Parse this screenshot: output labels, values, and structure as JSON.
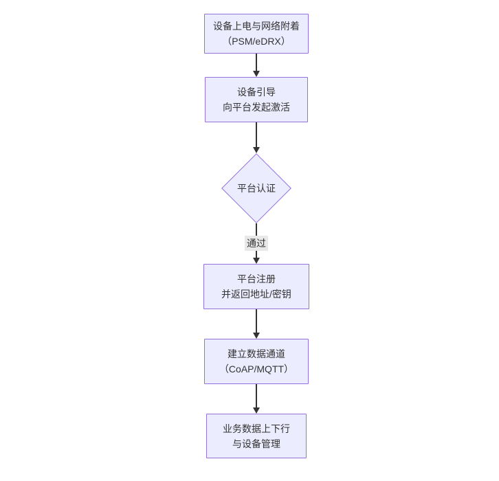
{
  "diagram": {
    "type": "flowchart",
    "direction": "top-down",
    "colors": {
      "node_fill": "#ECECFF",
      "node_border": "#9370DB",
      "text": "#333333",
      "arrow": "#333333",
      "edge_label_bg": "#e8e8e8",
      "background": "#ffffff"
    },
    "nodes": [
      {
        "id": "power-attach",
        "shape": "rect",
        "line1": "设备上电与网络附着",
        "line2": "（PSM/eDRX）"
      },
      {
        "id": "bootstrap",
        "shape": "rect",
        "line1": "设备引导",
        "line2": "向平台发起激活"
      },
      {
        "id": "platform-auth",
        "shape": "diamond",
        "line1": "平台认证",
        "line2": ""
      },
      {
        "id": "platform-register",
        "shape": "rect",
        "line1": "平台注册",
        "line2": "并返回地址/密钥"
      },
      {
        "id": "data-channel",
        "shape": "rect",
        "line1": "建立数据通道",
        "line2": "（CoAP/MQTT）"
      },
      {
        "id": "business-data",
        "shape": "rect",
        "line1": "业务数据上下行",
        "line2": "与设备管理"
      }
    ],
    "edges": [
      {
        "from": "power-attach",
        "to": "bootstrap",
        "label": ""
      },
      {
        "from": "bootstrap",
        "to": "platform-auth",
        "label": ""
      },
      {
        "from": "platform-auth",
        "to": "platform-register",
        "label": "通过"
      },
      {
        "from": "platform-register",
        "to": "data-channel",
        "label": ""
      },
      {
        "from": "data-channel",
        "to": "business-data",
        "label": ""
      }
    ]
  }
}
